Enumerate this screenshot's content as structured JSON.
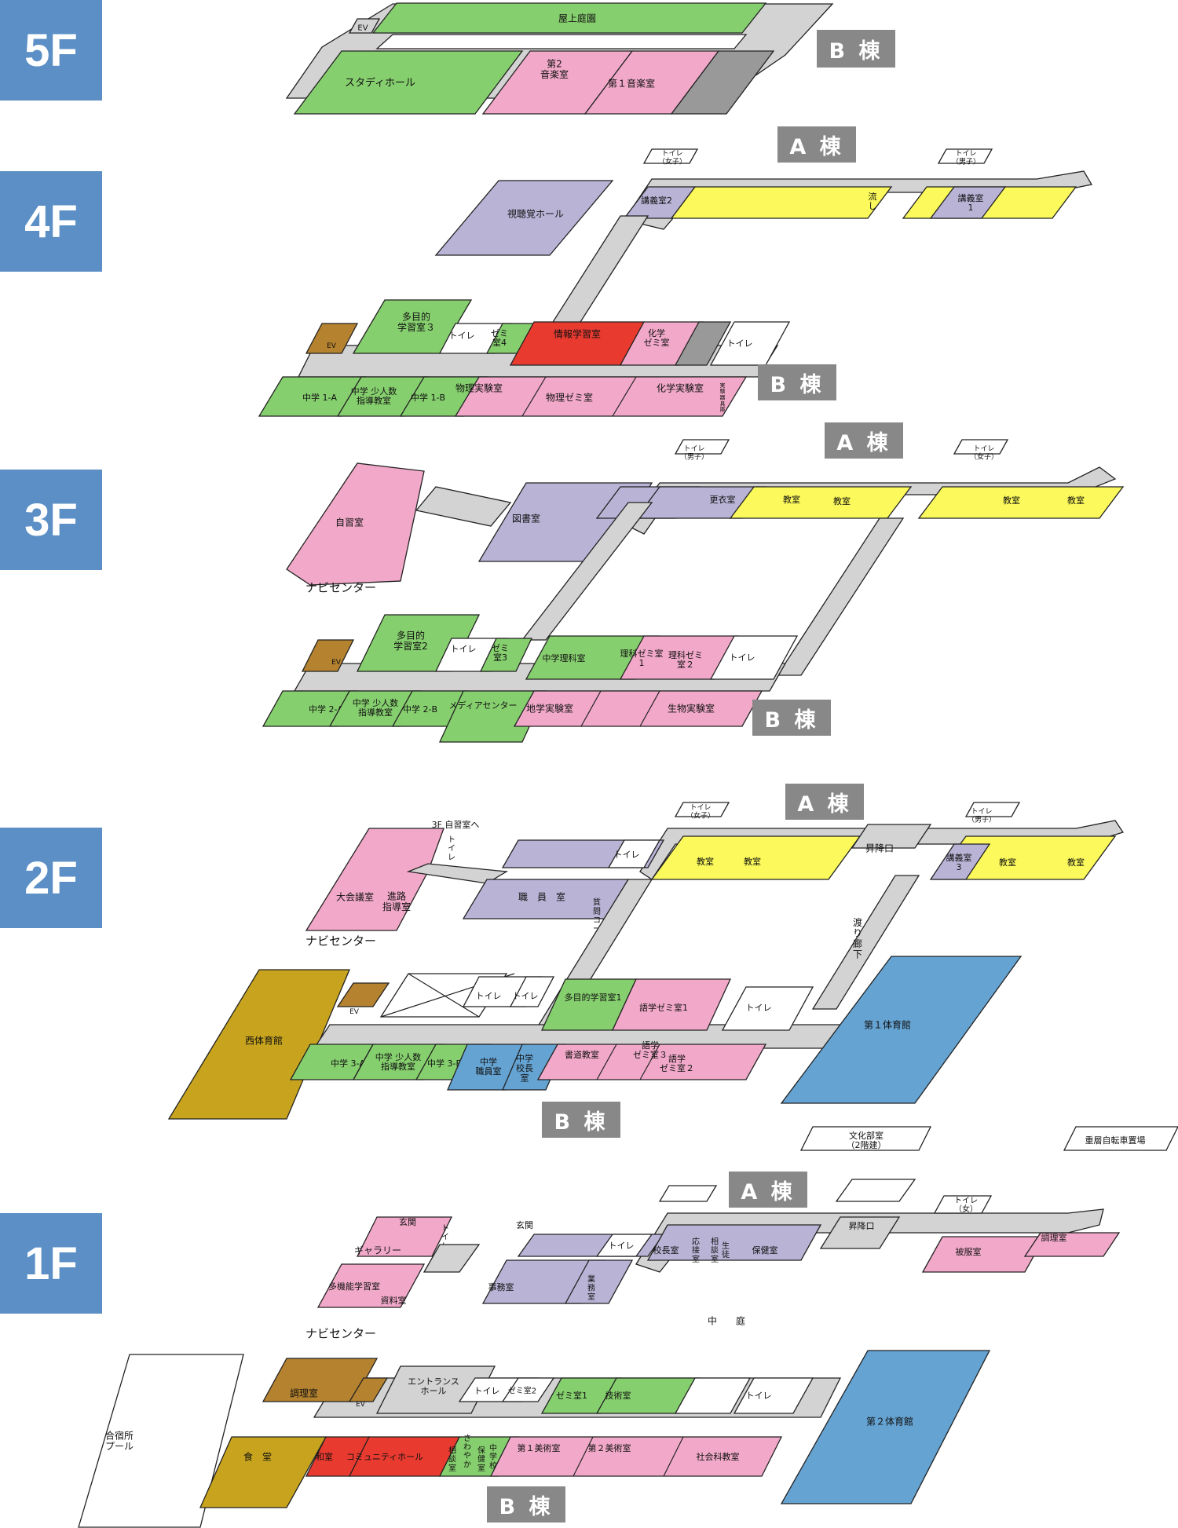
{
  "floors": [
    "5F",
    "4F",
    "3F",
    "2F",
    "1F"
  ],
  "wings": {
    "a": "A 棟",
    "b": "B 棟"
  },
  "colors": {
    "corridor": "#d3d3d3",
    "green": "#86cf6e",
    "pink": "#f2a9c9",
    "lavender": "#b9b4d6",
    "yellow": "#fbf95b",
    "red": "#e93a2f",
    "blue": "#65a3d2",
    "gold": "#c8a41e",
    "brown": "#b5822f",
    "gray": "#999999",
    "badge": "#5b8fc5",
    "white": "#ffffff"
  },
  "icons": {
    "map": "floor-map"
  },
  "floor5": {
    "rooftop": "屋上庭園",
    "ev": "EV",
    "study_hall": "スタディホール",
    "music2": "第2\n音楽室",
    "music1": "第１音楽室"
  },
  "floor4": {
    "toilet_f": "トイレ\n（女子）",
    "toilet_m": "トイレ\n（男子）",
    "av_hall": "視聴覚ホール",
    "lecture2": "講義室2",
    "sink": "流\nし",
    "lecture1": "講義室\n1",
    "multi3": "多目的\n学習室３",
    "ev": "EV",
    "toilet": "トイレ",
    "seminar4": "ゼミ\n室4",
    "info": "情報学習室",
    "chem_seminar": "化学\nゼミ室",
    "toilet2": "トイレ",
    "ms1a": "中学 1-A",
    "small_group": "中学 少人数\n指導教室",
    "ms1b": "中学 1-B",
    "phys_lab": "物理実験室",
    "phys_seminar": "物理ゼミ室",
    "chem_lab": "化学実験室",
    "equipment": "実\n験\n器\n具\n庫"
  },
  "floor3": {
    "toilet_m": "トイレ\n（男子）",
    "toilet_f": "トイレ\n（女子）",
    "self_study": "自習室",
    "navi": "ナビセンター",
    "library": "図書室",
    "locker": "更衣室",
    "classroom": "教室",
    "multi2": "多目的\n学習室2",
    "ev": "EV",
    "toilet": "トイレ",
    "seminar3": "ゼミ\n室3",
    "ms_science": "中学理科室",
    "sci_seminar1": "理科ゼミ室\n1",
    "sci_seminar2": "理科ゼミ\n室２",
    "toilet2": "トイレ",
    "ms2a": "中学 2-A",
    "small_group": "中学 少人数\n指導教室",
    "ms2b": "中学 2-B",
    "media": "メディアセンター",
    "earth_lab": "地学実験室",
    "bio_lab": "生物実験室"
  },
  "floor2": {
    "to_3f": "3F 自習室へ",
    "toilet_v": "ト\nイ\nレ",
    "toilet": "トイレ",
    "toilet_f": "トイレ\n（女子）",
    "toilet_m": "トイレ\n（男子）",
    "classroom": "教室",
    "stairs": "昇降口",
    "lecture3": "講義室\n3",
    "conference": "大会議室",
    "career": "進路\n指導室",
    "navi": "ナビセンター",
    "staff": "職　員　室",
    "question": "質\n問\nコ\nー\nナ\nー",
    "bridge": "渡\nり\n廊\n下",
    "west_gym": "西体育館",
    "ev": "EV",
    "multi1": "多目的学習室1",
    "lang_seminar1": "語学ゼミ室1",
    "toilet2": "トイレ",
    "gym1": "第１体育館",
    "ms3a": "中学 3-A",
    "small_group": "中学 少人数\n指導教室",
    "ms3b": "中学 3-B",
    "ms_staff": "中学\n職員室",
    "ms_principal": "中学\n校長\n室",
    "calligraphy": "書道教室",
    "lang_seminar3": "語学\nゼミ室３",
    "lang_seminar2": "語学\nゼミ室２",
    "culture_club": "文化部室\n（2階建）",
    "bicycle": "重層自転車置場"
  },
  "floor1": {
    "entrance_w": "玄関",
    "toilet_v": "ト\nイ\nレ",
    "gallery": "ギャラリー",
    "multi_func": "多機能学習室",
    "materials": "資料室",
    "navi": "ナビセンター",
    "entrance": "玄関",
    "toilet": "トイレ",
    "principal": "校長室",
    "reception": "応\n接\n室",
    "counsel": "相\n談\n室",
    "student": "生\n徒",
    "health": "保健室",
    "stairs": "昇降口",
    "toilet_f": "トイレ\n（女）",
    "uniform": "被服室",
    "cooking": "調理室",
    "office": "事務室",
    "business": "業\n務\n室",
    "courtyard": "中　　庭",
    "pool": "合宿所\nプール",
    "cooking2": "調理室",
    "ev": "EV",
    "entrance_hall": "エントランス\nホール",
    "seminar2": "ゼミ室2",
    "seminar1": "ゼミ室1",
    "tech": "技術室",
    "toilet2": "トイレ",
    "gym2": "第２体育館",
    "cafeteria": "食　堂",
    "japanese": "和室",
    "community": "コミュニティホール",
    "counsel2": "相\n談\n室",
    "sawayaka": "さ\nわ\nや\nか",
    "health2": "保\n健\n室",
    "ms": "中\n学\n校",
    "art1": "第１美術室",
    "art2": "第２美術室",
    "social": "社会科教室"
  }
}
